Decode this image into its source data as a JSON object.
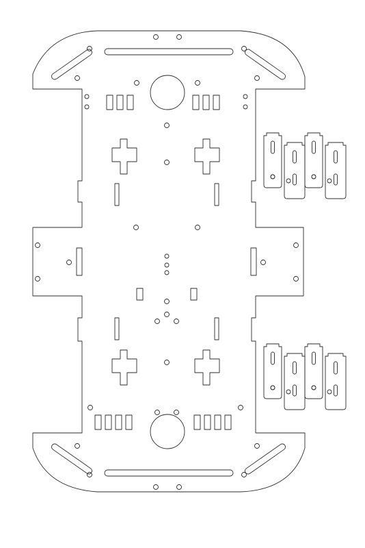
{
  "drawing": {
    "subject": "chassis-plate-laser-cut-outline",
    "line_color": "#2b2b2b",
    "background": "#ffffff",
    "motor_bracket_groups": 2,
    "brackets_per_group": 4,
    "wheel_openings": 2,
    "cross_cutouts": 4
  }
}
